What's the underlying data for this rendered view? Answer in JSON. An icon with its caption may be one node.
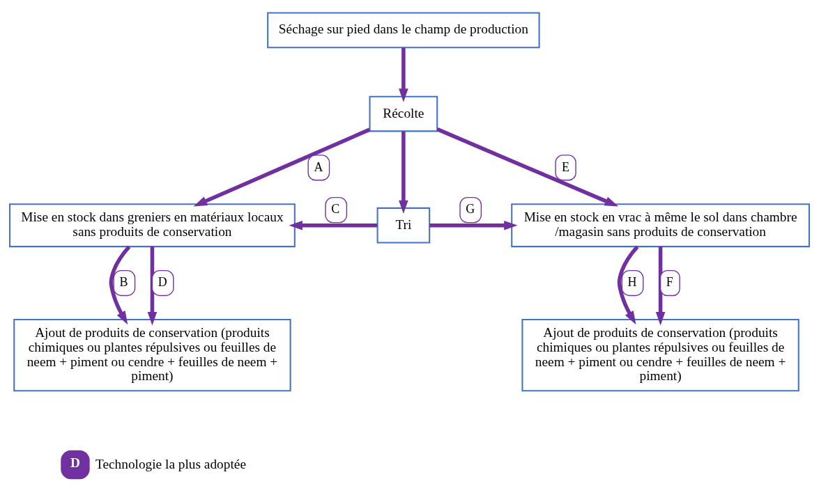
{
  "diagram": {
    "nodes": [
      {
        "text": [
          "Séchage sur pied dans le champ de production"
        ]
      },
      {
        "text": [
          "Récolte"
        ]
      },
      {
        "text": [
          "Mise en stock dans greniers en matériaux locaux sans produits de conservation"
        ]
      },
      {
        "text": [
          "Tri"
        ]
      },
      {
        "text": [
          "Mise en stock en vrac à même le sol dans chambre /magasin sans produits de conservation"
        ]
      },
      {
        "text": [
          "Ajout de produits de conservation (produits chimiques ou plantes répulsives ou feuilles de neem + piment ou cendre + feuilles de neem + piment)"
        ]
      },
      {
        "text": [
          "Ajout de produits de conservation (produits chimiques ou plantes répulsives ou feuilles de neem + piment ou cendre + feuilles de neem + piment)"
        ]
      }
    ],
    "edges": [
      {
        "from": 0,
        "to": 1,
        "arrow": "to"
      },
      {
        "from": 1,
        "to": 2,
        "arrow": "to",
        "label": "A"
      },
      {
        "from": 1,
        "to": 3,
        "arrow": "to"
      },
      {
        "from": 1,
        "to": 4,
        "arrow": "to",
        "label": "E"
      },
      {
        "from": 3,
        "to": 2,
        "arrow": "to",
        "label": "C"
      },
      {
        "from": 3,
        "to": 4,
        "arrow": "to",
        "label": "G"
      },
      {
        "from": 2,
        "to": 5,
        "arrow": "to",
        "label": "B"
      },
      {
        "from": 2,
        "to": 5,
        "arrow": "to",
        "label": "D"
      },
      {
        "from": 4,
        "to": 6,
        "arrow": "to",
        "label": "H"
      },
      {
        "from": 4,
        "to": 6,
        "arrow": "to",
        "label": "F"
      }
    ],
    "labels": [
      "D"
    ],
    "legend": [
      {
        "text": "Technologie la plus adoptée",
        "color": "#7030a0"
      }
    ]
  }
}
